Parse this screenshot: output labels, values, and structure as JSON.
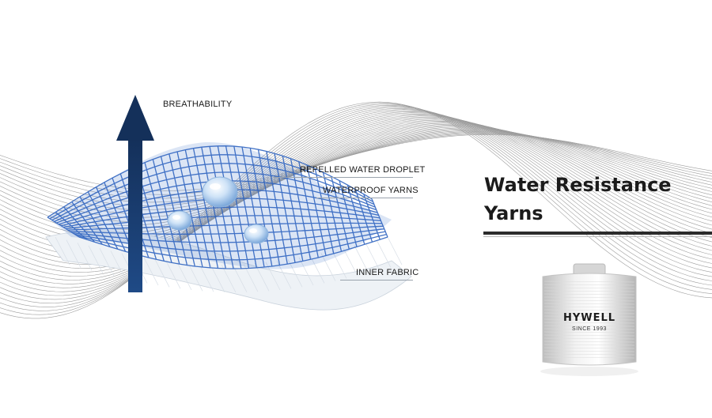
{
  "diagram": {
    "labels": {
      "breathability": "BREATHABILITY",
      "repelled_water_droplet": "REPELLED WATER DROPLET",
      "waterproof_yarns": "WATERPROOF YARNS",
      "inner_fabric": "INNER FABRIC"
    },
    "colors": {
      "arrow": "#14305a",
      "mesh": "#2f64c0",
      "inner_fabric": "#e9edf2",
      "waves": "#8c8c8c"
    }
  },
  "product": {
    "title_line1": "Water Resistance",
    "title_line2": "Yarns",
    "brand": "HYWELL",
    "since": "SINCE 1993"
  }
}
